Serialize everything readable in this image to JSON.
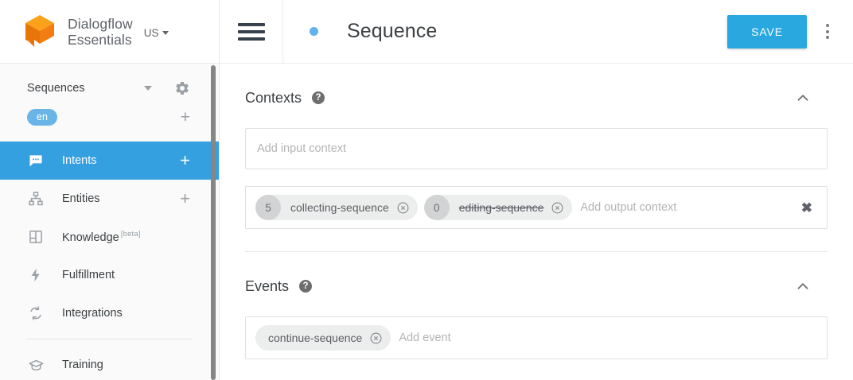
{
  "sidebar": {
    "brand": {
      "line1": "Dialogflow",
      "line2": "Essentials",
      "logo_icon": "dialogflow-cube-logo"
    },
    "region": {
      "label": "US",
      "icon": "caret-down-icon"
    },
    "agent": {
      "name": "Sequences",
      "caret_icon": "caret-down-icon",
      "settings_icon": "gear-icon"
    },
    "language": {
      "chip": "en",
      "add_icon": "plus-icon"
    },
    "items": [
      {
        "label": "Intents",
        "icon": "intents-chat-icon",
        "active": true,
        "plus": "+"
      },
      {
        "label": "Entities",
        "icon": "entities-hierarchy-icon",
        "active": false,
        "plus": "+"
      },
      {
        "label": "Knowledge",
        "icon": "knowledge-book-icon",
        "active": false,
        "badge": "[beta]"
      },
      {
        "label": "Fulfillment",
        "icon": "fulfillment-bolt-icon",
        "active": false
      },
      {
        "label": "Integrations",
        "icon": "integrations-refresh-icon",
        "active": false
      },
      {
        "label": "Training",
        "icon": "training-graduation-cap-icon",
        "active": false
      }
    ],
    "scrollbar_color": "#868686"
  },
  "topbar": {
    "menu_icon": "hamburger-menu-icon",
    "status_dot_color": "#5eb3ec",
    "title": "Sequence",
    "save_label": "SAVE",
    "save_color": "#29a8e0",
    "overflow_icon": "kebab-more-vert-icon"
  },
  "contexts": {
    "title": "Contexts",
    "help_icon": "help-question-icon",
    "collapse_icon": "chevron-up-icon",
    "input_placeholder": "Add input context",
    "output_placeholder": "Add output context",
    "clear_icon": "clear-all-x-icon",
    "output_chips": [
      {
        "count": "5",
        "label": "collecting-sequence",
        "expired": false,
        "remove_icon": "chip-remove-icon"
      },
      {
        "count": "0",
        "label": "editing-sequence",
        "expired": true,
        "remove_icon": "chip-remove-icon"
      }
    ]
  },
  "events": {
    "title": "Events",
    "help_icon": "help-question-icon",
    "collapse_icon": "chevron-up-icon",
    "placeholder": "Add event",
    "chips": [
      {
        "label": "continue-sequence",
        "remove_icon": "chip-remove-icon"
      }
    ]
  }
}
